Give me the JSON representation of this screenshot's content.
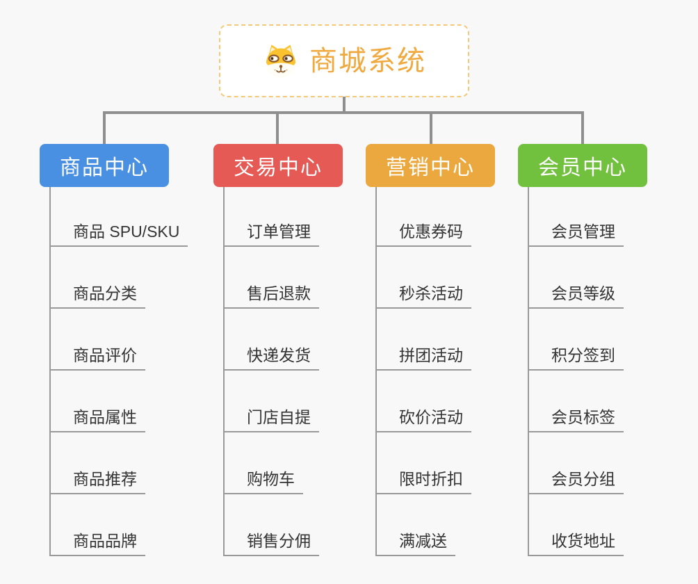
{
  "canvas": {
    "background": "#f8f8f8",
    "connector_color": "#8f8f8f",
    "leaf_line_color": "#999999"
  },
  "root": {
    "title": "商城系统",
    "icon": "shiba-dog-icon",
    "title_color": "#efa93f",
    "border_color": "#f5c878"
  },
  "branches": [
    {
      "label": "商品中心",
      "color": "#4a90e2",
      "items": [
        "商品 SPU/SKU",
        "商品分类",
        "商品评价",
        "商品属性",
        "商品推荐",
        "商品品牌"
      ]
    },
    {
      "label": "交易中心",
      "color": "#e65a56",
      "items": [
        "订单管理",
        "售后退款",
        "快递发货",
        "门店自提",
        "购物车",
        "销售分佣"
      ]
    },
    {
      "label": "营销中心",
      "color": "#eaa83e",
      "items": [
        "优惠券码",
        "秒杀活动",
        "拼团活动",
        "砍价活动",
        "限时折扣",
        "满减送"
      ]
    },
    {
      "label": "会员中心",
      "color": "#72c13e",
      "items": [
        "会员管理",
        "会员等级",
        "积分签到",
        "会员标签",
        "会员分组",
        "收货地址"
      ]
    }
  ]
}
